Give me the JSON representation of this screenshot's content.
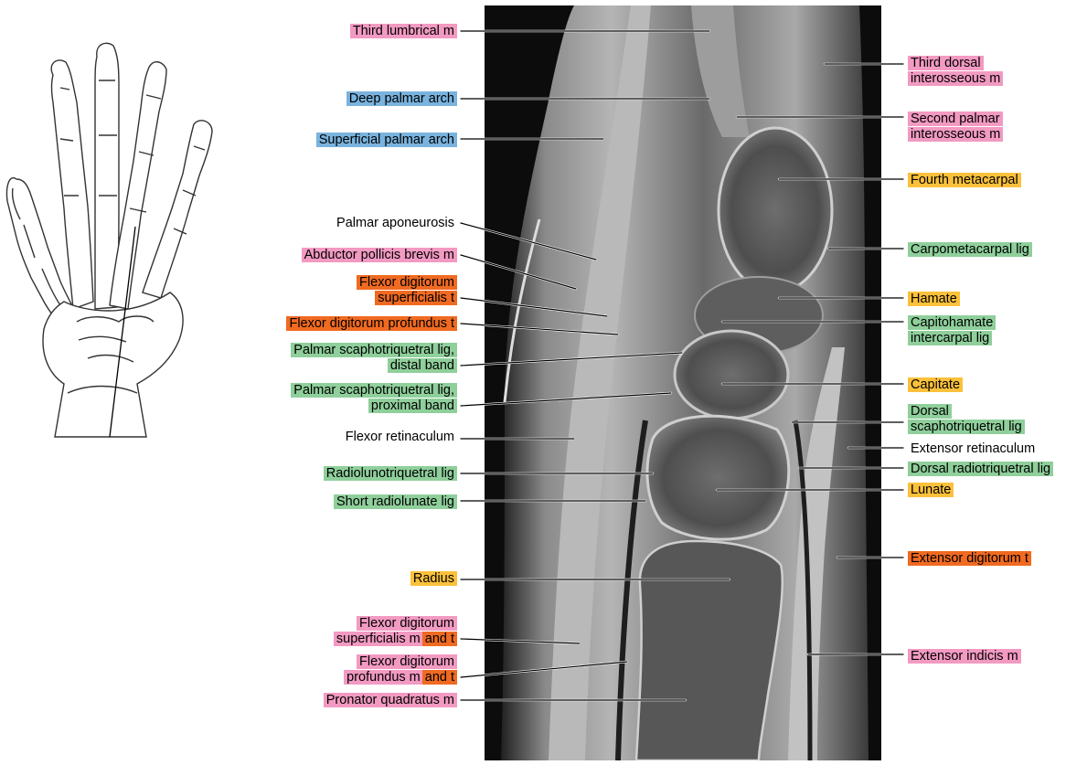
{
  "labels_left": [
    {
      "id": "third-lumbrical",
      "lines": [
        "Third lumbrical m"
      ],
      "color": "pink"
    },
    {
      "id": "deep-palmar-arch",
      "lines": [
        "Deep palmar arch"
      ],
      "color": "blue"
    },
    {
      "id": "superficial-palmar-arch",
      "lines": [
        "Superficial palmar arch"
      ],
      "color": "blue"
    },
    {
      "id": "palmar-aponeurosis",
      "lines": [
        "Palmar aponeurosis"
      ],
      "color": "plain"
    },
    {
      "id": "abductor-pollicis-brevis",
      "lines": [
        "Abductor pollicis brevis m"
      ],
      "color": "pink"
    },
    {
      "id": "fds-t",
      "lines": [
        "Flexor digitorum",
        "superficialis t"
      ],
      "color": "orange"
    },
    {
      "id": "fdp-t",
      "lines": [
        "Flexor digitorum profundus t"
      ],
      "color": "orange"
    },
    {
      "id": "palmar-st-distal",
      "lines": [
        "Palmar scaphotriquetral lig,",
        "distal band"
      ],
      "color": "green"
    },
    {
      "id": "palmar-st-proximal",
      "lines": [
        "Palmar scaphotriquetral lig,",
        "proximal band"
      ],
      "color": "green"
    },
    {
      "id": "flexor-retinaculum",
      "lines": [
        "Flexor retinaculum"
      ],
      "color": "plain"
    },
    {
      "id": "radiolunotriquetral",
      "lines": [
        "Radiolunotriquetral lig"
      ],
      "color": "green"
    },
    {
      "id": "short-radiolunate",
      "lines": [
        "Short radiolunate lig"
      ],
      "color": "green"
    },
    {
      "id": "radius",
      "lines": [
        "Radius"
      ],
      "color": "yellow"
    },
    {
      "id": "fds-m-t",
      "lines": [
        "Flexor digitorum",
        "superficialis m"
      ],
      "suffix": "and t",
      "color": "pink"
    },
    {
      "id": "fdp-m-t",
      "lines": [
        "Flexor digitorum",
        "profundus m"
      ],
      "suffix": "and t",
      "color": "pink"
    },
    {
      "id": "pronator-quadratus",
      "lines": [
        "Pronator quadratus m"
      ],
      "color": "pink"
    }
  ],
  "labels_right": [
    {
      "id": "third-dorsal-interosseous",
      "lines": [
        "Third dorsal",
        "interosseous m"
      ],
      "color": "pink"
    },
    {
      "id": "second-palmar-interosseous",
      "lines": [
        "Second palmar",
        "interosseous m"
      ],
      "color": "pink"
    },
    {
      "id": "fourth-metacarpal",
      "lines": [
        "Fourth metacarpal"
      ],
      "color": "yellow"
    },
    {
      "id": "carpometacarpal",
      "lines": [
        "Carpometacarpal lig"
      ],
      "color": "green"
    },
    {
      "id": "hamate",
      "lines": [
        "Hamate"
      ],
      "color": "yellow"
    },
    {
      "id": "capitohamate",
      "lines": [
        "Capitohamate",
        "intercarpal lig"
      ],
      "color": "green"
    },
    {
      "id": "capitate",
      "lines": [
        "Capitate"
      ],
      "color": "yellow"
    },
    {
      "id": "dorsal-st",
      "lines": [
        "Dorsal",
        "scaphotriquetral lig"
      ],
      "color": "green"
    },
    {
      "id": "extensor-retinaculum",
      "lines": [
        "Extensor retinaculum"
      ],
      "color": "plain"
    },
    {
      "id": "dorsal-radiotriquetral",
      "lines": [
        "Dorsal radiotriquetral lig"
      ],
      "color": "green"
    },
    {
      "id": "lunate",
      "lines": [
        "Lunate"
      ],
      "color": "yellow"
    },
    {
      "id": "extensor-digitorum",
      "lines": [
        "Extensor digitorum t"
      ],
      "color": "orange"
    },
    {
      "id": "extensor-indicis",
      "lines": [
        "Extensor indicis m"
      ],
      "color": "pink"
    }
  ],
  "colors": {
    "pink": "#f29ac2",
    "blue": "#79b3de",
    "green": "#8fcf9b",
    "yellow": "#fbc13b",
    "orange": "#f06a21",
    "plain": "transparent",
    "suffix_orange": "#f06a21"
  }
}
